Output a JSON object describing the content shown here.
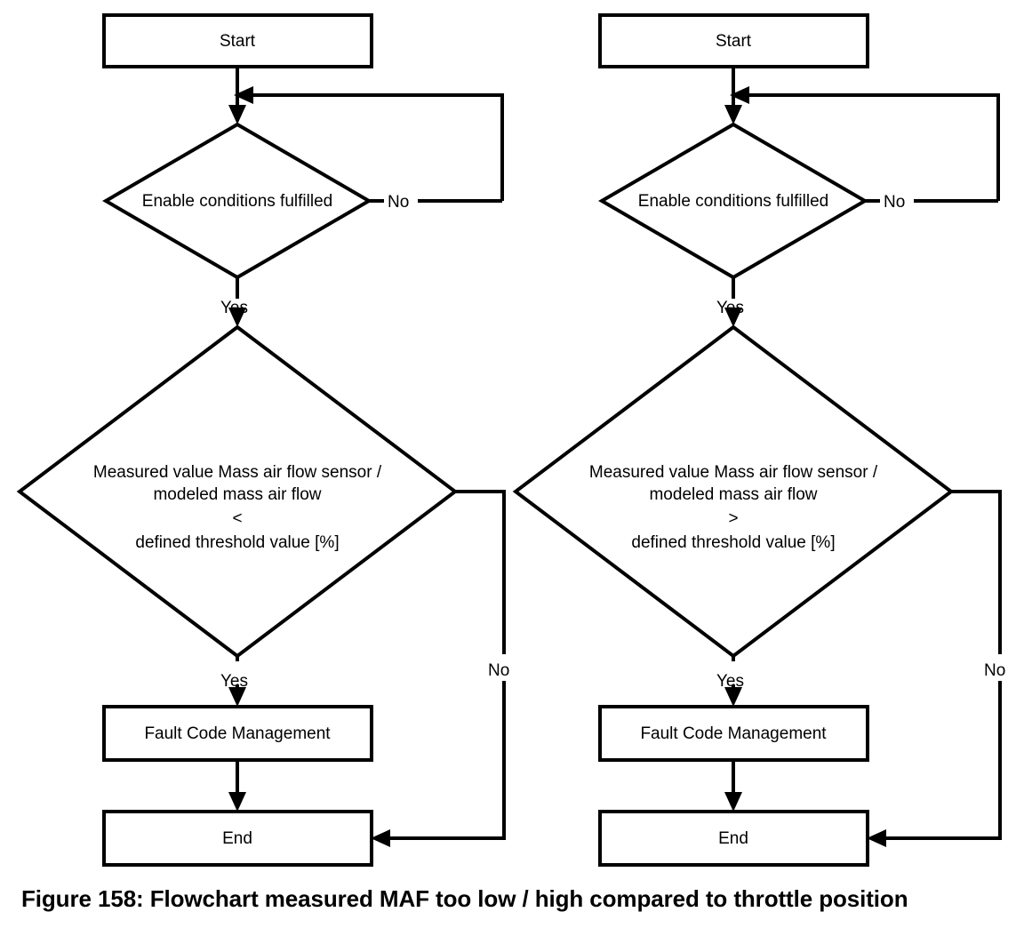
{
  "figure": {
    "caption": "Figure 158: Flowchart measured MAF too low / high compared to throttle position"
  },
  "chart_data": {
    "type": "diagram",
    "title": "Figure 158: Flowchart measured MAF too low / high compared to throttle position",
    "subtype": "flowchart",
    "columns": [
      {
        "id": "left",
        "name": "measured MAF too low",
        "comparison_operator": "<"
      },
      {
        "id": "right",
        "name": "measured MAF too high",
        "comparison_operator": ">"
      }
    ]
  },
  "left": {
    "start": {
      "label": "Start"
    },
    "enable_decision": {
      "label": "Enable conditions fulfilled",
      "yes_label": "Yes",
      "no_label": "No"
    },
    "threshold_decision": {
      "line1": "Measured value Mass air flow sensor /",
      "line2": "modeled mass air flow",
      "line3": "<",
      "line4": "defined threshold value [%]",
      "yes_label": "Yes",
      "no_label": "No"
    },
    "fault": {
      "label": "Fault Code Management"
    },
    "end": {
      "label": "End"
    }
  },
  "right": {
    "start": {
      "label": "Start"
    },
    "enable_decision": {
      "label": "Enable conditions fulfilled",
      "yes_label": "Yes",
      "no_label": "No"
    },
    "threshold_decision": {
      "line1": "Measured value Mass air flow sensor /",
      "line2": "modeled mass air flow",
      "line3": ">",
      "line4": "defined threshold value [%]",
      "yes_label": "Yes",
      "no_label": "No"
    },
    "fault": {
      "label": "Fault Code Management"
    },
    "end": {
      "label": "End"
    }
  },
  "colors": {
    "stroke": "#000000",
    "fill": "#ffffff",
    "text": "#000000"
  }
}
